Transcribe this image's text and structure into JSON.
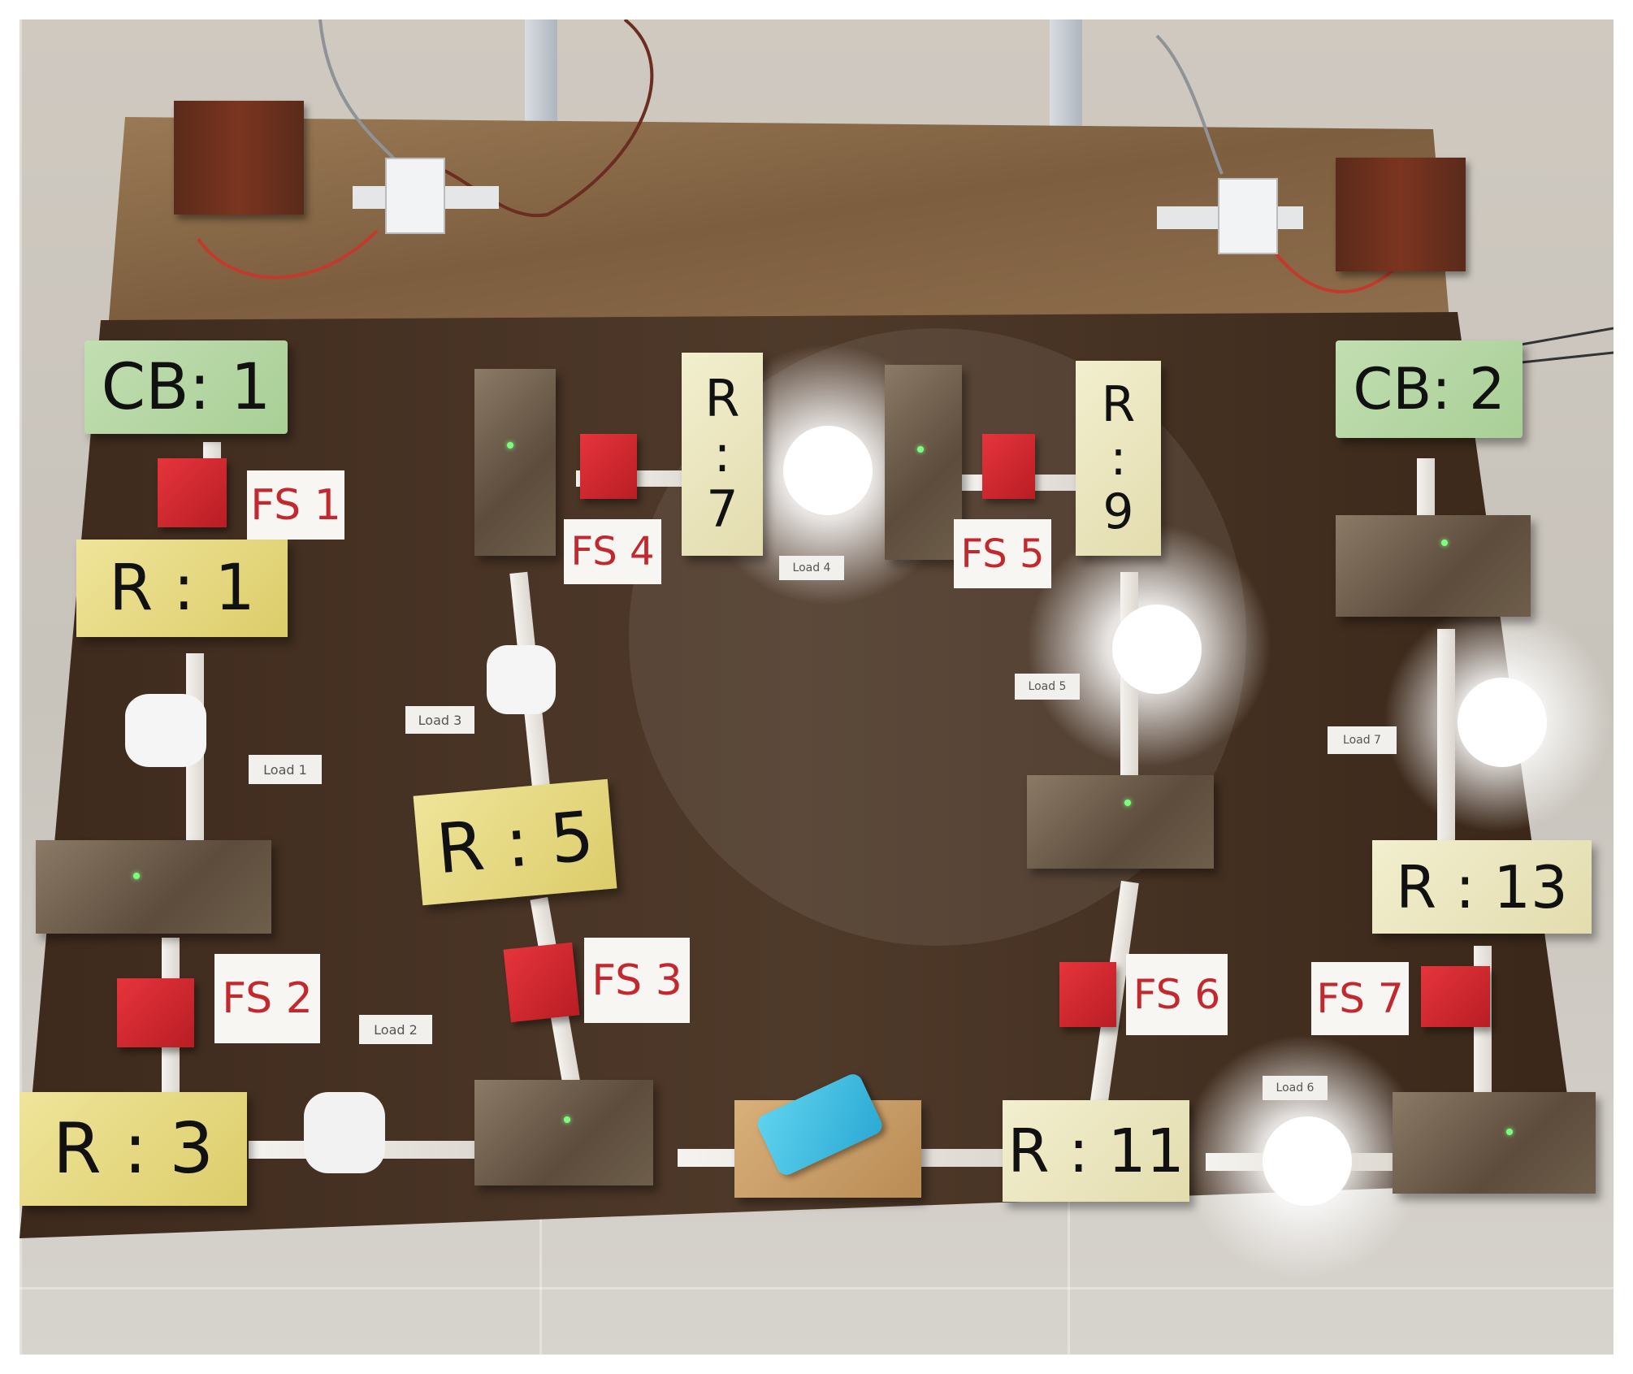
{
  "scene": {
    "circuit_breakers": [
      {
        "id": "cb1",
        "label": "CB: 1"
      },
      {
        "id": "cb2",
        "label": "CB: 2"
      }
    ],
    "relays": [
      {
        "id": "r1",
        "label": "R : 1"
      },
      {
        "id": "r3",
        "label": "R : 3"
      },
      {
        "id": "r5",
        "label": "R : 5"
      },
      {
        "id": "r7",
        "label": "R\n:\n7"
      },
      {
        "id": "r9",
        "label": "R\n:\n9"
      },
      {
        "id": "r11",
        "label": "R : 11"
      },
      {
        "id": "r13",
        "label": "R : 13"
      }
    ],
    "fault_switches": [
      "FS 1",
      "FS 2",
      "FS 3",
      "FS 4",
      "FS 5",
      "FS 6",
      "FS 7"
    ],
    "loads": [
      "Load 1",
      "Load 2",
      "Load 3",
      "Load 4",
      "Load 5",
      "Load 6",
      "Load 7"
    ],
    "colors": {
      "board_dark": "#4a3526",
      "board_light": "#8a6a4a",
      "cb_green": "#b5d8a3",
      "relay_yellow": "#e8dc82",
      "fs_red": "#d8252c"
    }
  }
}
